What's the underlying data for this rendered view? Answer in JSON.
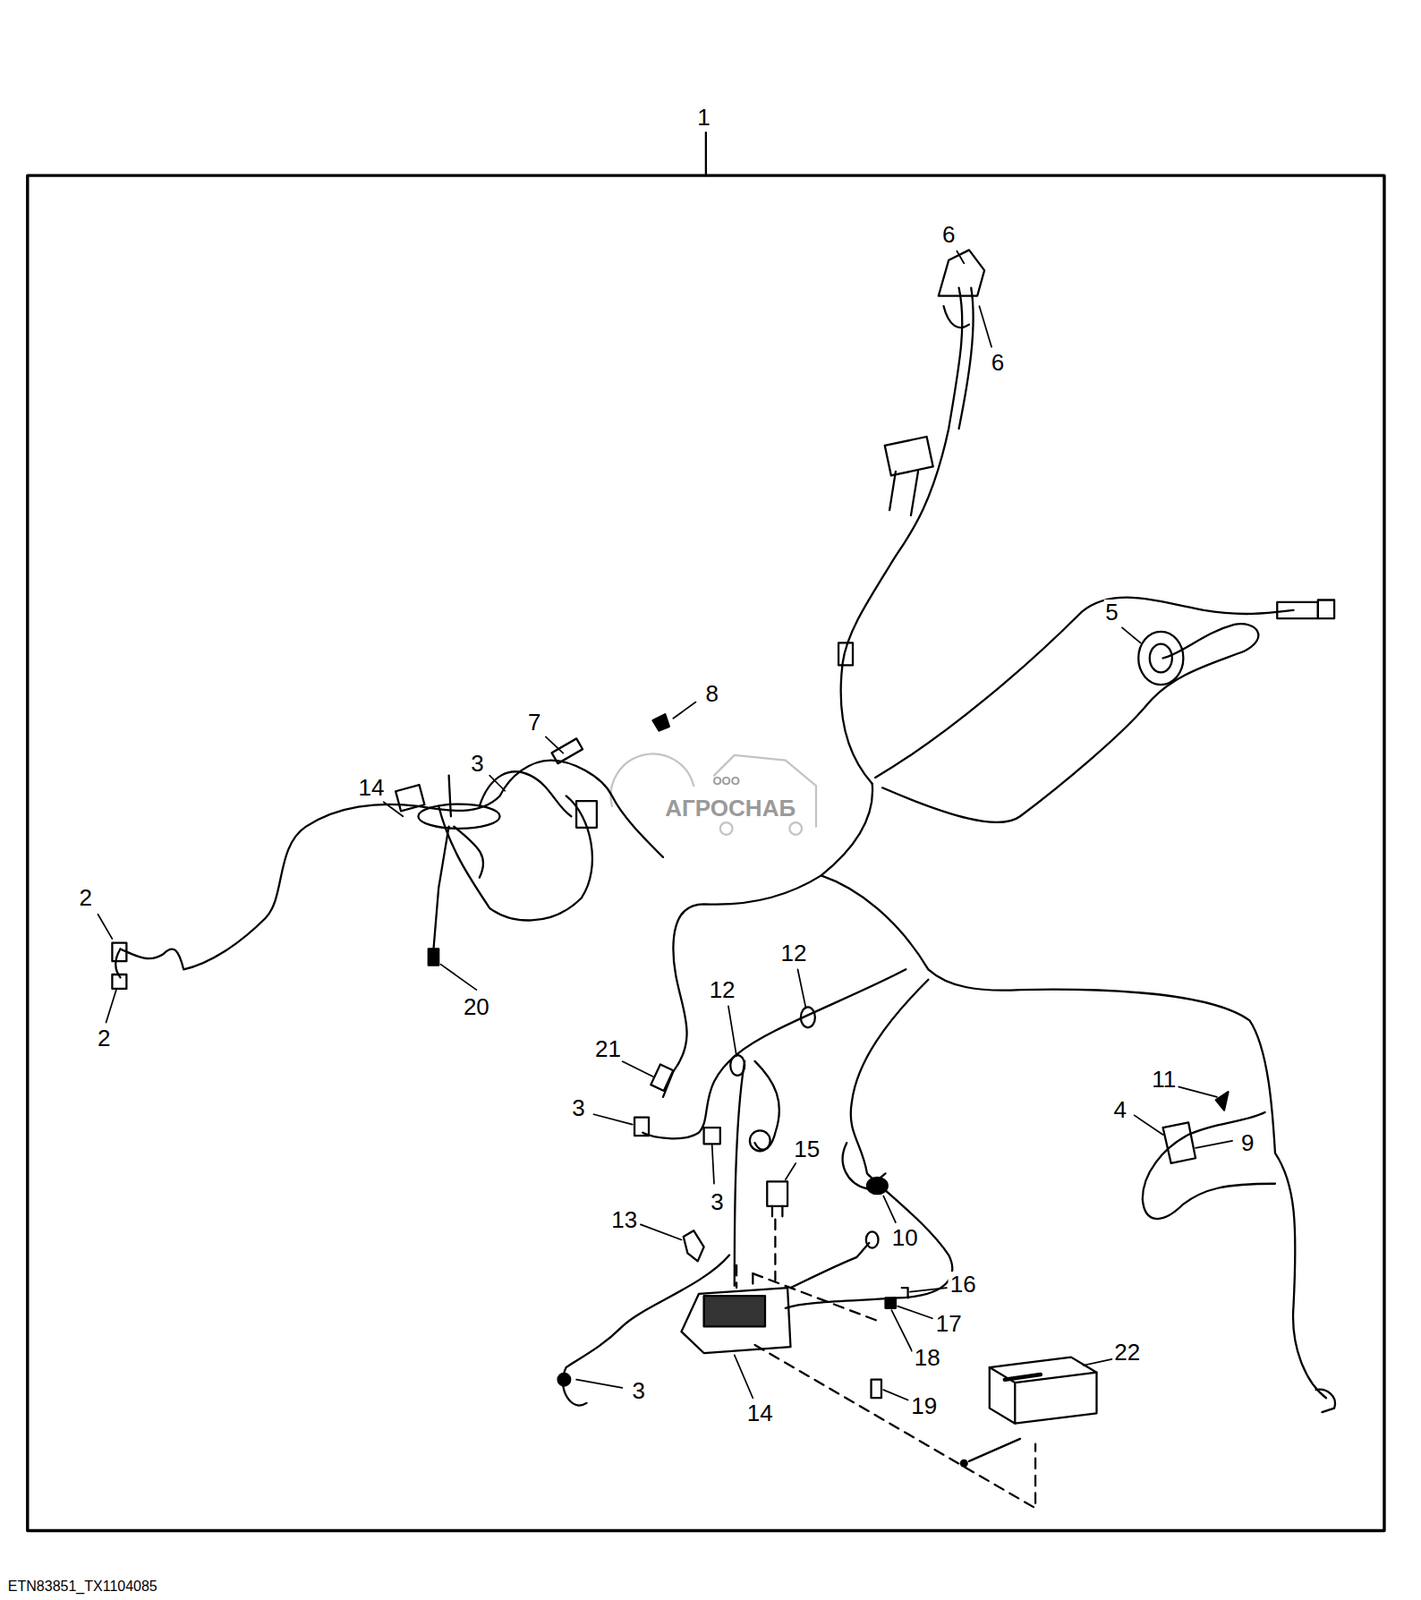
{
  "diagram": {
    "labels": [
      "1",
      "6",
      "6",
      "5",
      "8",
      "7",
      "3",
      "14",
      "2",
      "2",
      "20",
      "12",
      "12",
      "21",
      "3",
      "3",
      "11",
      "4",
      "9",
      "15",
      "13",
      "10",
      "16",
      "17",
      "18",
      "19",
      "14",
      "22",
      "3",
      "ООО",
      "АГРОСНАБ",
      "ETN83851_TX1104085"
    ]
  }
}
